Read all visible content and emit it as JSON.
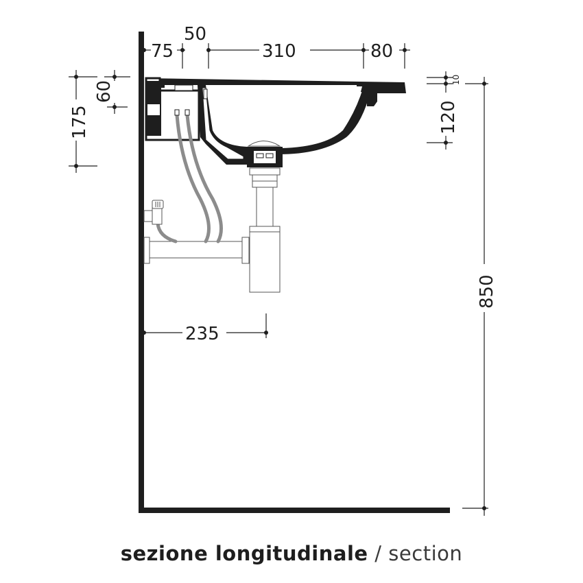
{
  "diagram": {
    "type": "technical-section-drawing",
    "subject": "washbasin longitudinal section",
    "colors": {
      "ink": "#1e1e1e",
      "hose": "#8c8c8c",
      "pipe_outline": "#555555"
    },
    "dimensions": {
      "top": [
        {
          "id": "d75",
          "label": "75"
        },
        {
          "id": "d50",
          "label": "50"
        },
        {
          "id": "d310",
          "label": "310"
        },
        {
          "id": "d80",
          "label": "80"
        }
      ],
      "left": [
        {
          "id": "d175",
          "label": "175"
        },
        {
          "id": "d60",
          "label": "60"
        }
      ],
      "right": [
        {
          "id": "d10",
          "label": "10"
        },
        {
          "id": "d120",
          "label": "120"
        },
        {
          "id": "d850",
          "label": "850"
        }
      ],
      "bottom": [
        {
          "id": "d235",
          "label": "235"
        }
      ]
    },
    "caption": {
      "primary": "sezione longitudinale",
      "separator": " / ",
      "secondary": "section"
    }
  }
}
